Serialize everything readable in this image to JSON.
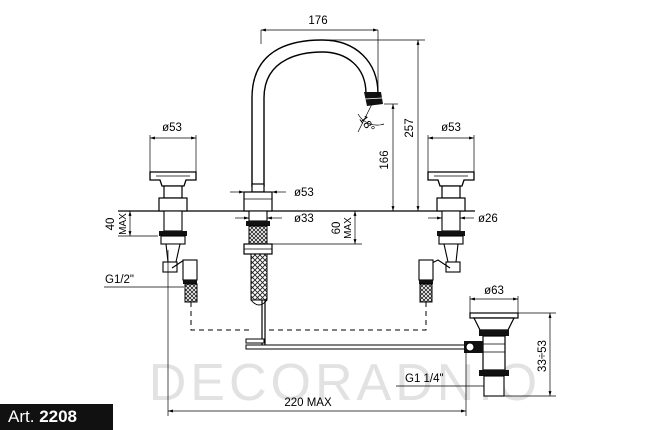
{
  "drawing": {
    "dimensions": {
      "spout_reach": "176",
      "total_height": "257",
      "spout_height": "166",
      "spout_angle": "18°",
      "handle_left_diameter": "ø53",
      "handle_right_diameter": "ø53",
      "spout_base_diameter": "ø53",
      "hole_spout": "ø33",
      "hole_handle": "ø26",
      "max_deck_thickness": "40",
      "max_label": "MAX",
      "spout_shank": "60",
      "shank_max_label": "MAX",
      "inlet_thread": "G1/2\"",
      "waste_diameter": "ø63",
      "waste_thread": "G1 1/4\"",
      "waste_height": "33÷53",
      "overall_spacing": "220 MAX"
    }
  },
  "watermark": "DECORADNIO",
  "article": {
    "prefix": "Art.",
    "number": "2208"
  }
}
